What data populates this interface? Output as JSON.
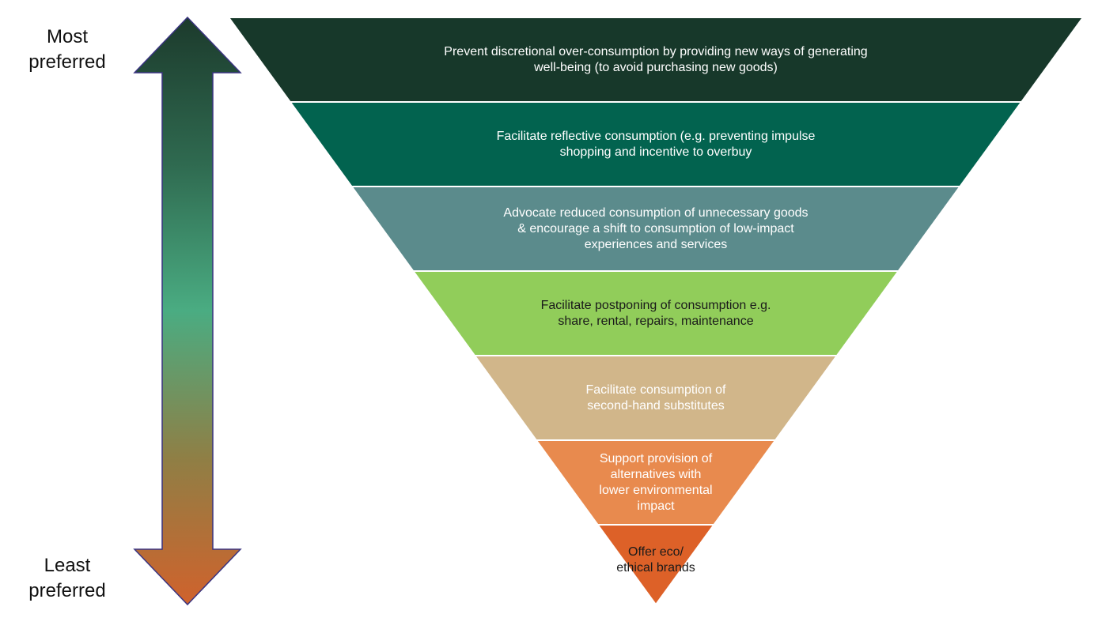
{
  "axis": {
    "top_label": [
      "Most",
      "preferred"
    ],
    "bottom_label": [
      "Least",
      "preferred"
    ],
    "gradient_colors": [
      "#1c3a2c",
      "#2f6a50",
      "#4aac82",
      "#8f7f45",
      "#d0622c"
    ]
  },
  "pyramid": {
    "levels": [
      {
        "lines": [
          "Prevent discretional over-consumption by providing new ways of generating",
          "well-being (to avoid purchasing new goods)"
        ],
        "color": "#17382a",
        "text_color": "#ffffff"
      },
      {
        "lines": [
          "Facilitate reflective consumption (e.g. preventing impulse",
          "shopping and incentive to overbuy"
        ],
        "color": "#02634f",
        "text_color": "#ffffff"
      },
      {
        "lines": [
          "Advocate reduced consumption of unnecessary goods",
          "& encourage a shift to consumption of low-impact",
          "experiences and services"
        ],
        "color": "#5b8b8c",
        "text_color": "#ffffff"
      },
      {
        "lines": [
          "Facilitate postponing of consumption e.g.",
          "share, rental, repairs, maintenance"
        ],
        "color": "#91cd5a",
        "text_color": "#1a1a1a"
      },
      {
        "lines": [
          "Facilitate consumption of",
          "second-hand substitutes"
        ],
        "color": "#d1b68a",
        "text_color": "#ffffff"
      },
      {
        "lines": [
          "Support provision of",
          "alternatives with",
          "lower environmental",
          "impact"
        ],
        "color": "#e88a4e",
        "text_color": "#ffffff"
      },
      {
        "lines": [
          "Offer eco/",
          "ethical brands"
        ],
        "color": "#dd6128",
        "text_color": "#1a1a1a"
      }
    ]
  }
}
